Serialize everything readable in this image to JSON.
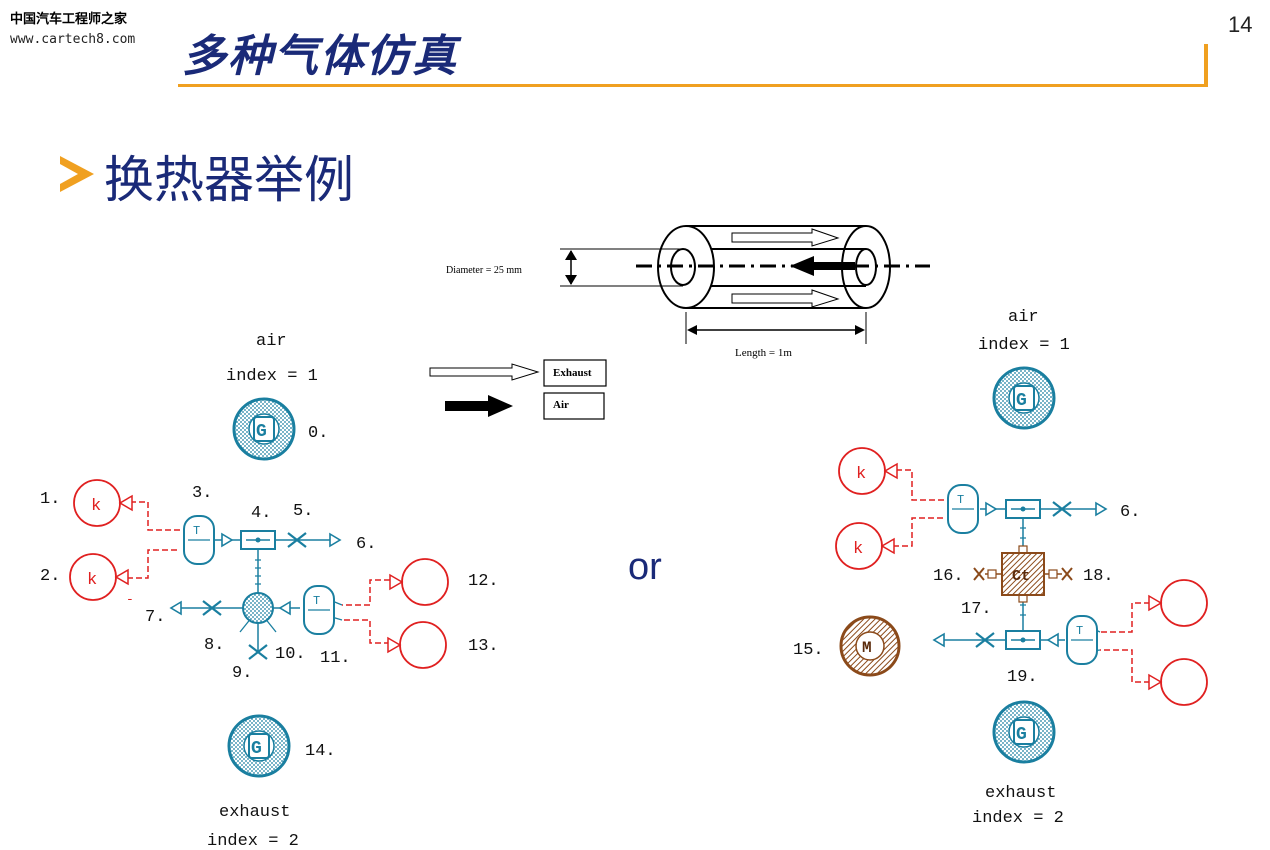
{
  "header": {
    "logo_cn": "中国汽车工程师之家",
    "logo_url": "www.cartech8.com",
    "page_number": "14",
    "title": "多种气体仿真"
  },
  "section": {
    "subtitle": "换热器举例"
  },
  "pipe_figure": {
    "diameter_label": "Diameter = 25 mm",
    "length_label": "Length = 1m",
    "legend": [
      {
        "label": "Exhaust",
        "arrow": "hollow-arrow"
      },
      {
        "label": "Air",
        "arrow": "solid-arrow"
      }
    ]
  },
  "left_model": {
    "air_label": "air",
    "air_index": "index = 1",
    "exhaust_label": "exhaust",
    "exhaust_index": "index = 2",
    "component_numbers": [
      "0.",
      "1.",
      "2.",
      "3.",
      "4.",
      "5.",
      "6.",
      "7.",
      "8.",
      "9.",
      "10.",
      "11.",
      "12.",
      "13.",
      "14."
    ],
    "stray_mark": "-"
  },
  "separator": "or",
  "right_model": {
    "air_label": "air",
    "air_index": "index = 1",
    "exhaust_label": "exhaust",
    "exhaust_index": "index = 2",
    "component_numbers": [
      "6.",
      "15.",
      "16.",
      "17.",
      "18.",
      "19."
    ]
  },
  "icon_letters": {
    "gas": "G",
    "k": "k",
    "motor": "M",
    "controller": "Ct",
    "temp": "T"
  },
  "colors": {
    "title_blue": "#1a2a78",
    "accent_orange": "#f0a020",
    "network_teal": "#1a7fa0",
    "signal_red": "#e02020",
    "motor_brown": "#8b4a1a"
  }
}
